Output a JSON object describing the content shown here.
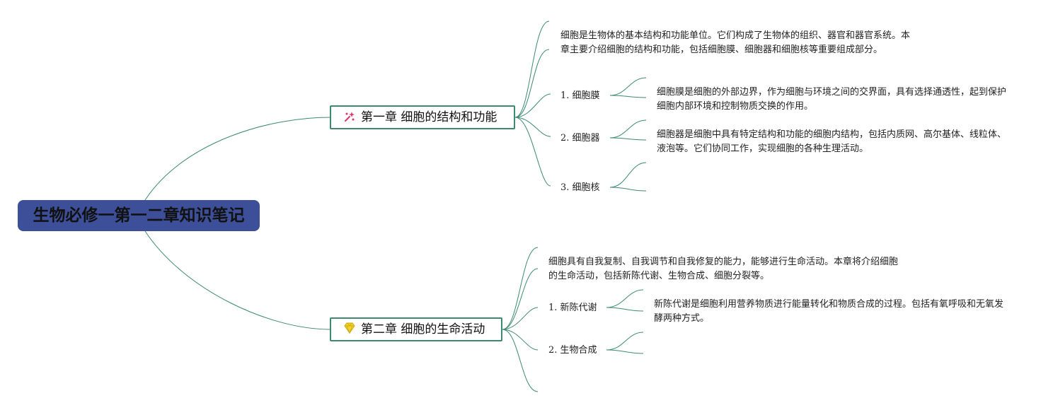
{
  "root": {
    "title": "生物必修一第一二章知识笔记"
  },
  "chapters": [
    {
      "title": "第一章 细胞的结构和功能",
      "icon": "sparkle-icon",
      "intro": "细胞是生物体的基本结构和功能单位。它们构成了生物体的组织、器官和器官系统。本章主要介绍细胞的结构和功能，包括细胞膜、细胞器和细胞核等重要组成部分。",
      "items": [
        {
          "num": "1.",
          "label": "细胞膜",
          "detail": "细胞膜是细胞的外部边界，作为细胞与环境之间的交界面，具有选择通透性，起到保护细胞内部环境和控制物质交换的作用。"
        },
        {
          "num": "2.",
          "label": "细胞器",
          "detail": "细胞器是细胞中具有特定结构和功能的细胞内结构，包括内质网、高尔基体、线粒体、液泡等。它们协同工作，实现细胞的各种生理活动。"
        },
        {
          "num": "3.",
          "label": "细胞核",
          "detail": ""
        }
      ]
    },
    {
      "title": "第二章 细胞的生命活动",
      "icon": "gem-icon",
      "intro": "细胞具有自我复制、自我调节和自我修复的能力，能够进行生命活动。本章将介绍细胞的生命活动，包括新陈代谢、生物合成、细胞分裂等。",
      "items": [
        {
          "num": "1.",
          "label": "新陈代谢",
          "detail": "新陈代谢是细胞利用营养物质进行能量转化和物质合成的过程。包括有氧呼吸和无氧发酵两种方式。"
        },
        {
          "num": "2.",
          "label": "生物合成",
          "detail": ""
        }
      ]
    }
  ],
  "colors": {
    "root_bg": "#3c4f98",
    "line": "#3d8a72",
    "sparkle": "#e0336a",
    "gem": "#f3d22a"
  }
}
